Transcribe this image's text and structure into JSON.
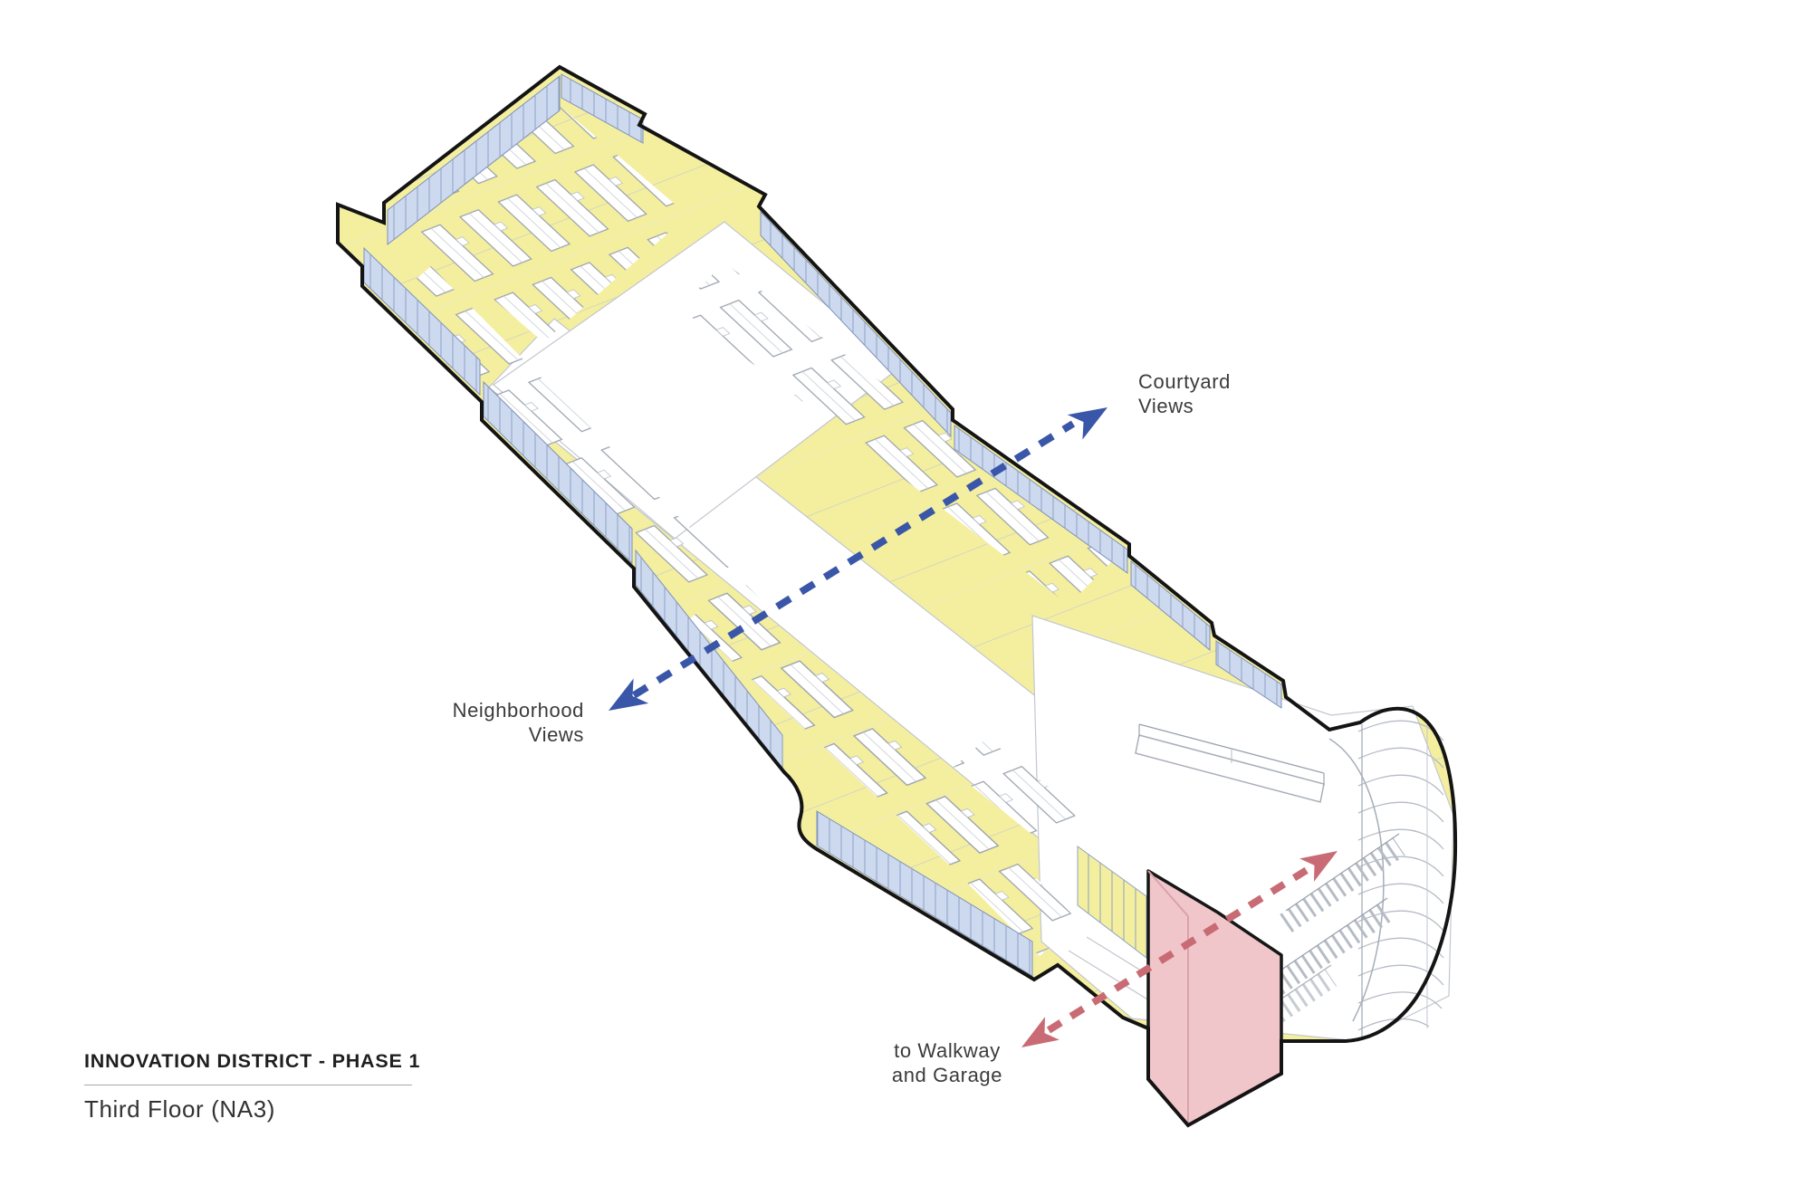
{
  "title_block": {
    "project": "INNOVATION DISTRICT - PHASE 1",
    "floor": "Third Floor (NA3)"
  },
  "annotations": {
    "courtyard": {
      "line1": "Courtyard",
      "line2": "Views"
    },
    "neighborhood": {
      "line1": "Neighborhood",
      "line2": "Views"
    },
    "walkway": {
      "line1": "to Walkway",
      "line2": "and Garage"
    }
  },
  "colors": {
    "building_outline": "#141414",
    "lab_floor_highlight_yellow": "#f4ef9f",
    "glazing_blue": "#cdd9ee",
    "glazing_mullion_blue": "#8da1c6",
    "interior_line_gray": "#c2c7cf",
    "view_arrow_blue": "#3a56a8",
    "circulation_arrow_red": "#c96b74",
    "circulation_shaft_pink": "#f0c6ca",
    "label_text": "#3b3b3b"
  }
}
